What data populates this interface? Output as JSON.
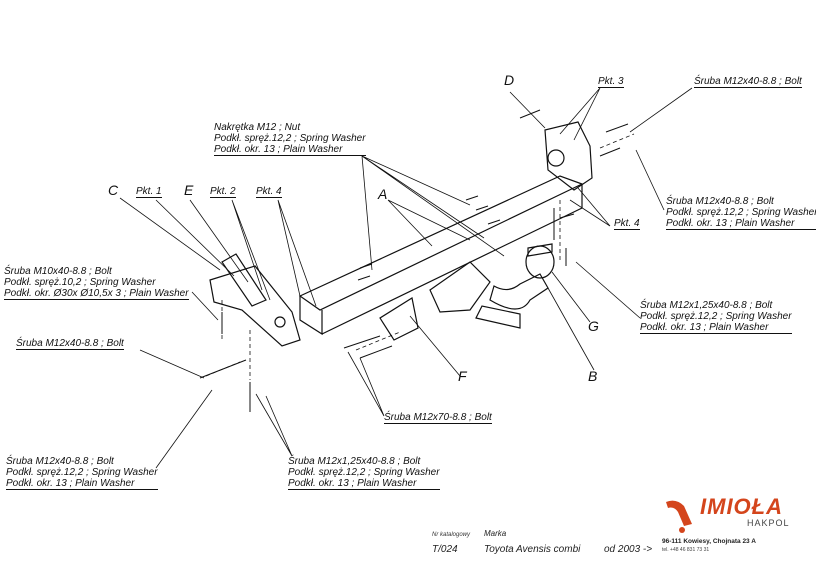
{
  "labels": {
    "nut_block": [
      "Nakrętka M12 ; Nut",
      "Podkł. spręż.12,2 ; Spring Washer",
      "Podkł. okr. 13 ; Plain Washer"
    ],
    "top_right_bolt": "Śruba M12x40-8.8 ; Bolt",
    "right_mid_block": [
      "Śruba M12x40-8.8 ; Bolt",
      "Podkł. spręż.12,2 ; Spring Washer",
      "Podkł. okr. 13 ; Plain Washer"
    ],
    "right_lower_block": [
      "Śruba M12x1,25x40-8.8 ; Bolt",
      "Podkł. spręż.12,2 ; Spring Washer",
      "Podkł. okr. 13 ; Plain Washer"
    ],
    "left_m10_block": [
      "Śruba M10x40-8.8 ; Bolt",
      "Podkł. spręż.10,2 ; Spring Washer",
      "Podkł. okr. Ø30x Ø10,5x 3 ; Plain Washer"
    ],
    "left_bolt": "Śruba M12x40-8.8 ; Bolt",
    "bottom_left_block": [
      "Śruba M12x40-8.8 ; Bolt",
      "Podkł. spręż.12,2 ; Spring Washer",
      "Podkł. okr. 13 ; Plain Washer"
    ],
    "bottom_mid_block": [
      "Śruba M12x1,25x40-8.8 ; Bolt",
      "Podkł. spręż.12,2 ; Spring Washer",
      "Podkł. okr. 13 ; Plain Washer"
    ],
    "m12x70": "Śruba M12x70-8.8 ; Bolt"
  },
  "parts": {
    "A": "A",
    "B": "B",
    "C": "C",
    "D": "D",
    "E": "E",
    "F": "F",
    "G": "G",
    "pkt1": "Pkt. 1",
    "pkt2": "Pkt. 2",
    "pkt3": "Pkt. 3",
    "pkt4a": "Pkt. 4",
    "pkt4b": "Pkt. 4"
  },
  "footer": {
    "catalog_label": "Nr katalogowy",
    "brand_label": "Marka",
    "catalog_no": "T/024",
    "model": "Toyota Avensis combi",
    "since": "od 2003 ->"
  },
  "company": {
    "logo": "IMIOŁA",
    "sub": "HAKPOL",
    "address": "96-111 Kowiesy, Chojnata 23 A",
    "tel": "tel. +48 46 831 73 31"
  },
  "colors": {
    "line": "#111111",
    "logo": "#d4451c"
  }
}
